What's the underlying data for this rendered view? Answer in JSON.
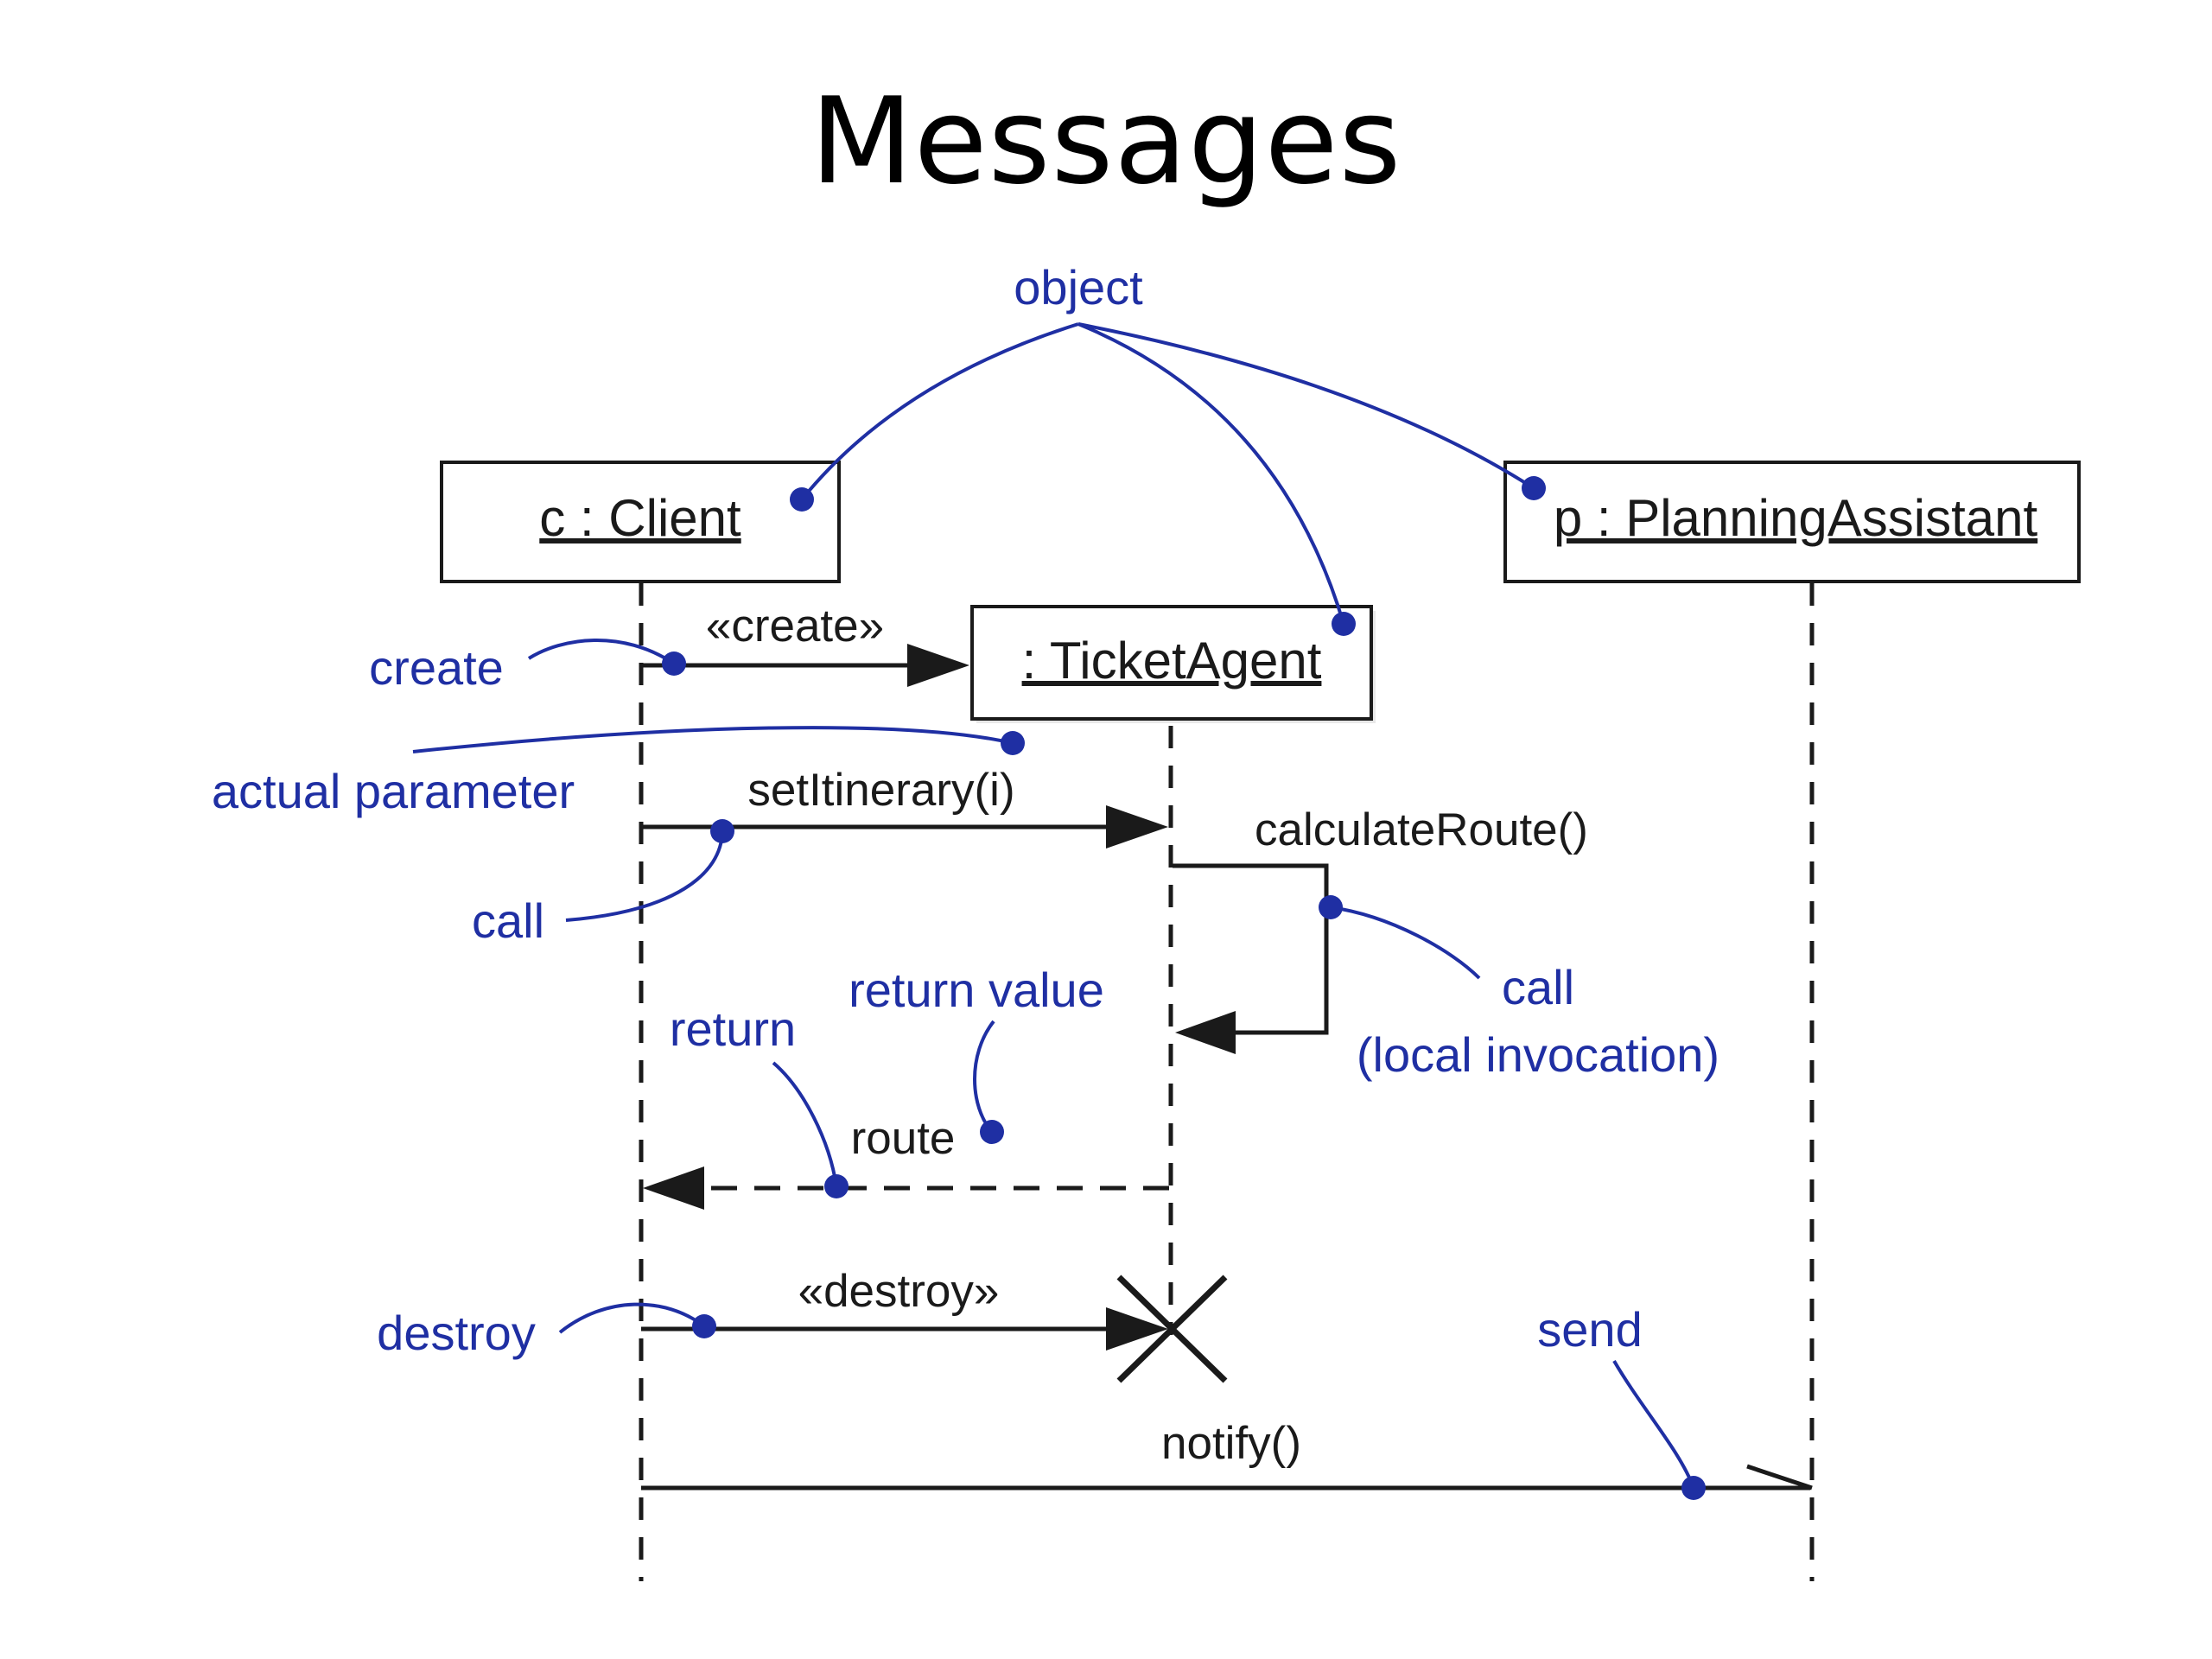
{
  "title": "Messages",
  "colors": {
    "annotation": "#1f2fa3",
    "line": "#1a1a1a",
    "background": "#ffffff"
  },
  "objects": [
    {
      "id": "client",
      "label": "c : Client"
    },
    {
      "id": "ticket_agent",
      "label": ": TicketAgent"
    },
    {
      "id": "planning_assistant",
      "label": "p : PlanningAssistant"
    }
  ],
  "messages": {
    "create": "«create»",
    "set_itinerary": "setItinerary(i)",
    "calculate_route": "calculateRoute()",
    "route": "route",
    "destroy": "«destroy»",
    "notify": "notify()"
  },
  "annotations": {
    "object": "object",
    "create": "create",
    "actual_parameter": "actual parameter",
    "call": "call",
    "return_value": "return value",
    "return": "return",
    "local_call_line1": "call",
    "local_call_line2": "(local invocation)",
    "destroy": "destroy",
    "send": "send"
  }
}
